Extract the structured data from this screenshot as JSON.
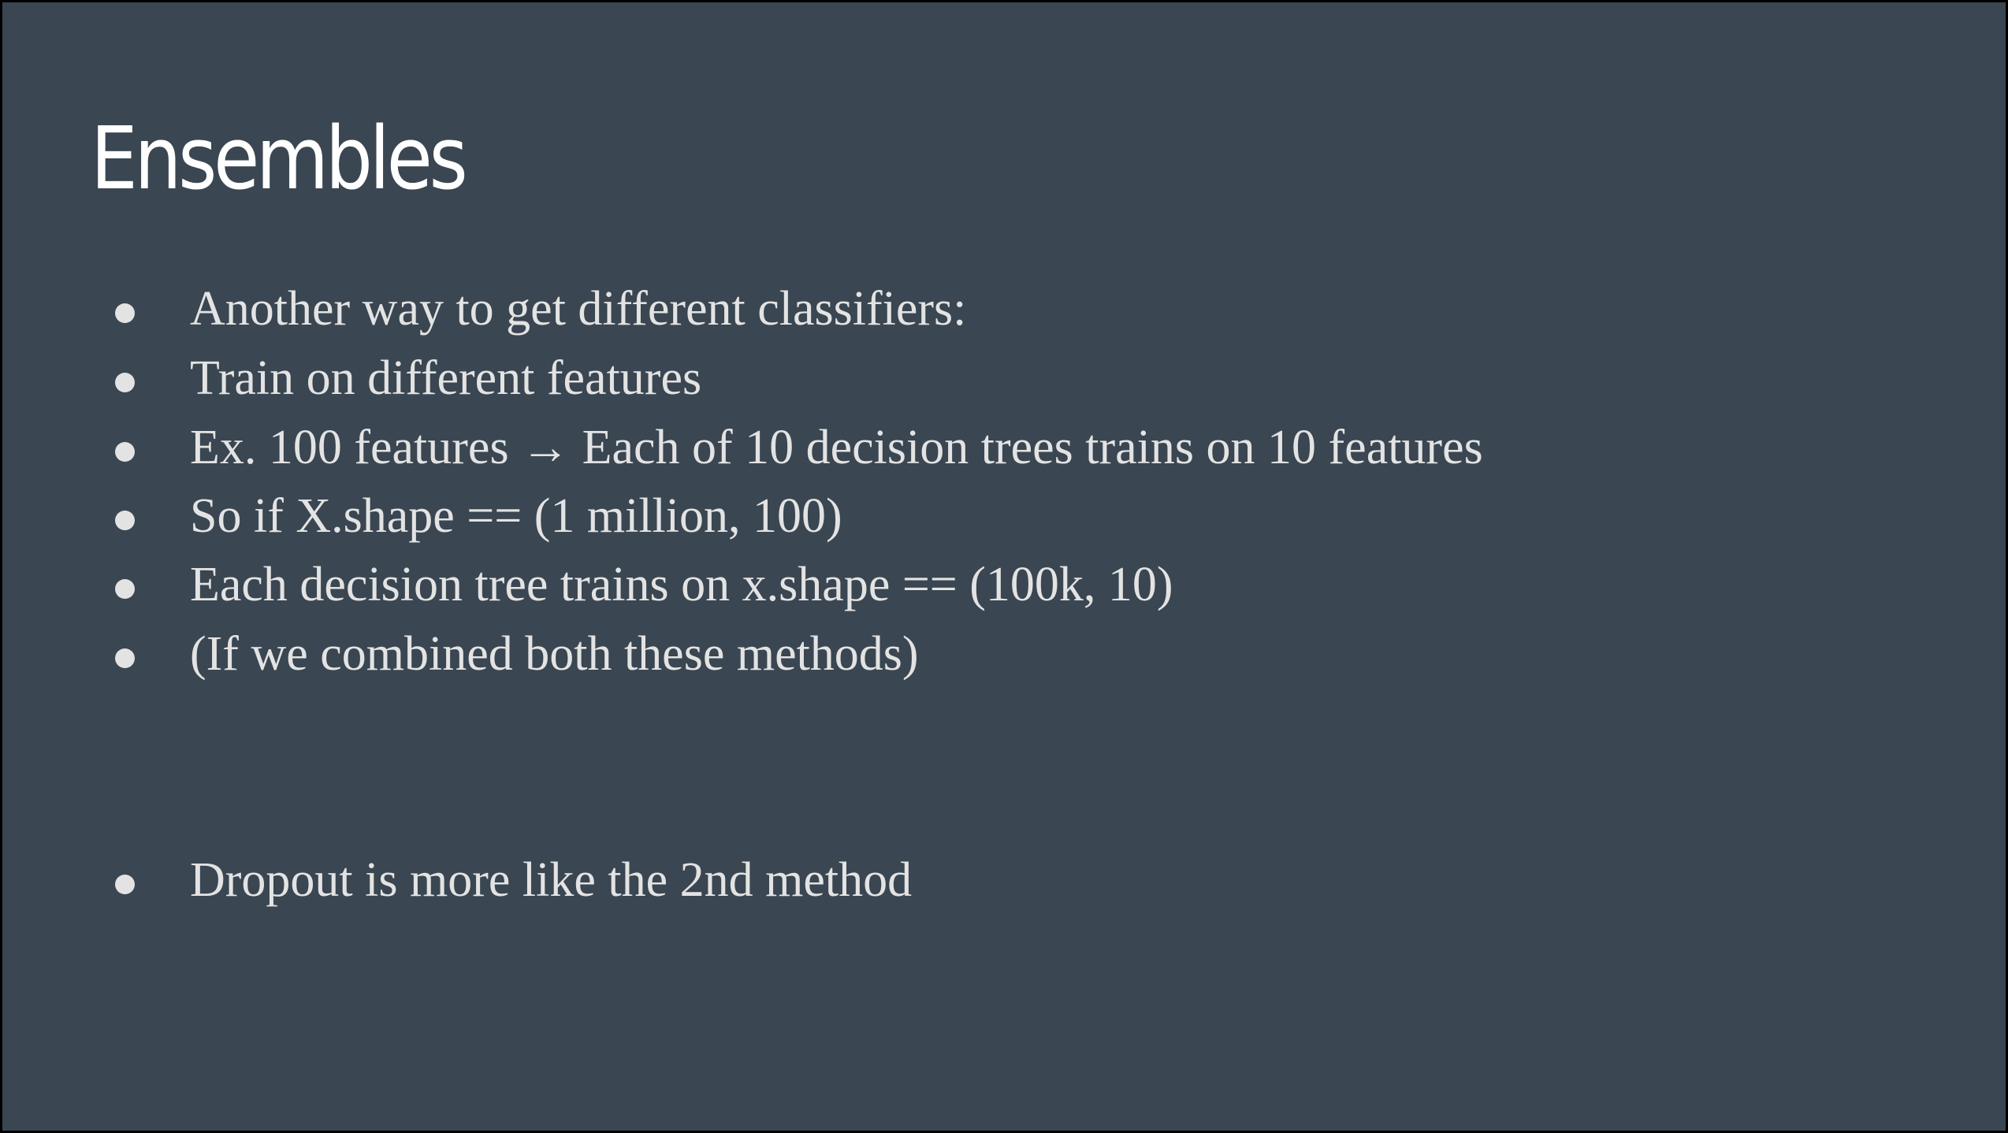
{
  "slide": {
    "title": "Ensembles",
    "bullets": [
      "Another way to get different classifiers:",
      "Train on different features",
      "Ex. 100 features → Each of 10 decision trees trains on 10 features",
      "So if X.shape == (1 million, 100)",
      "Each decision tree trains on x.shape == (100k, 10)",
      "(If we combined both these methods)",
      "Dropout is more like the 2nd method"
    ]
  },
  "colors": {
    "background": "#3a4651",
    "title": "#ffffff",
    "body_text": "#e3e3e3",
    "frame": "#000000"
  }
}
